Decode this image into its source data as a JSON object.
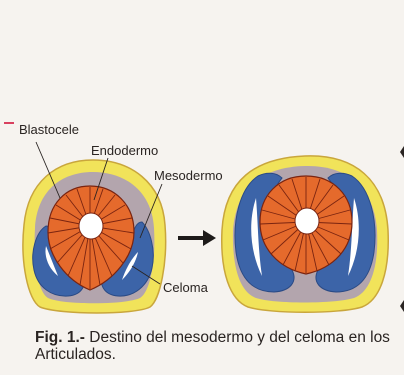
{
  "labels": {
    "blastocele": "Blastocele",
    "endodermo": "Endodermo",
    "mesodermo": "Mesodermo",
    "celoma": "Celoma"
  },
  "caption": {
    "fig_label": "Fig. 1.-",
    "text": " Destino del mesodermo y del celoma en los Articulados."
  },
  "colors": {
    "ectoderm": "#f1e35a",
    "ectoderm_edge": "#c9a63c",
    "blastocoel": "#b3a5ad",
    "endoderm": "#e56a2c",
    "endoderm_lines": "#7a2410",
    "mesoderm": "#3c64a8",
    "coelom": "#ffffff",
    "accent_mark": "#d8405f"
  },
  "icons": {
    "arrow": "arrow-right-icon"
  }
}
